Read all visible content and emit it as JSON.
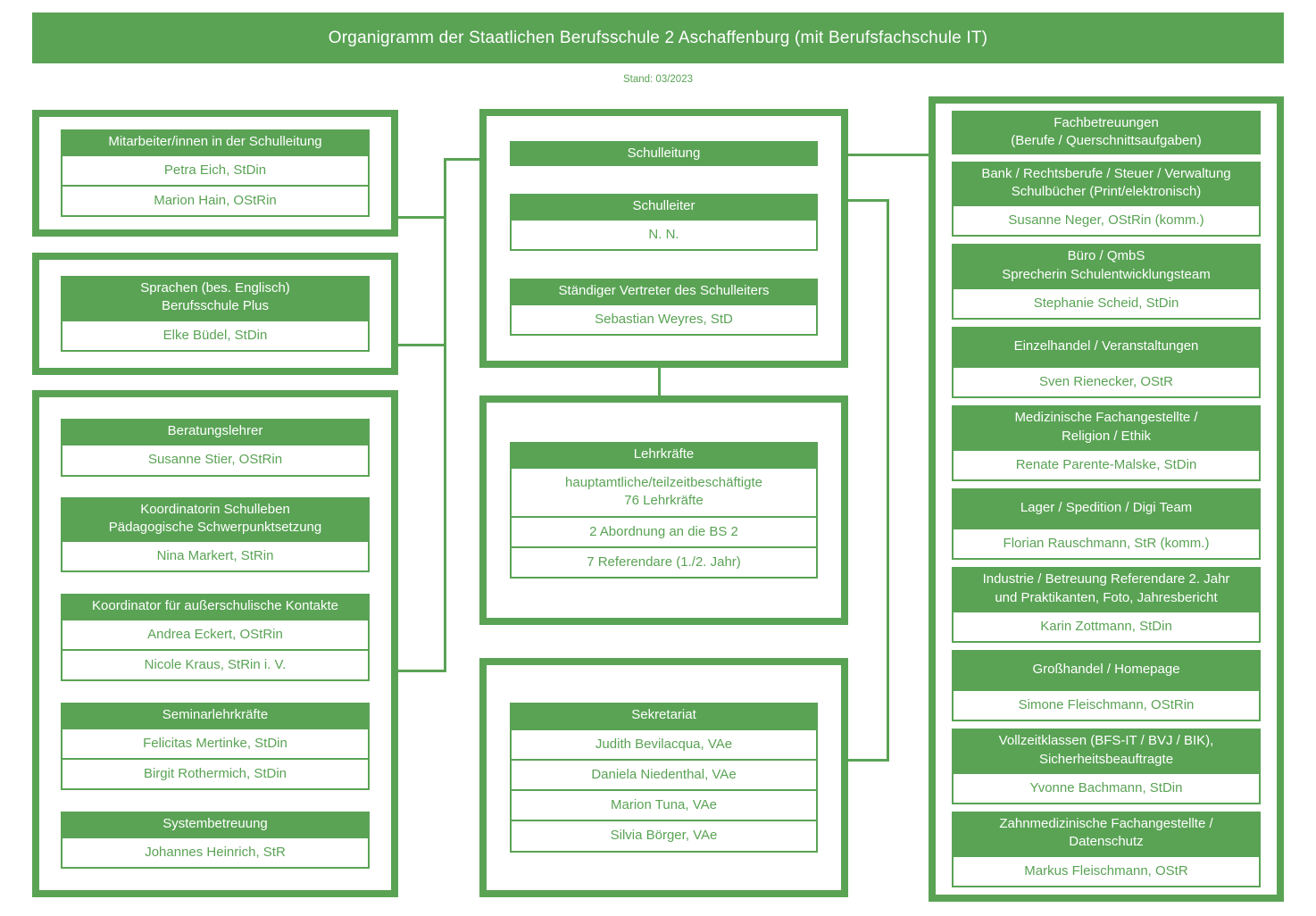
{
  "title": "Organigramm der Staatlichen Berufsschule 2 Aschaffenburg (mit Berufsfachschule IT)",
  "stand": "Stand: 03/2023",
  "colors": {
    "green": "#5aa355",
    "text_on_green": "#ffffff",
    "background": "#ffffff"
  },
  "columns": {
    "left": [
      {
        "groups": [
          {
            "header": [
              "Mitarbeiter/innen in der Schulleitung"
            ],
            "members": [
              "Petra Eich, StDin",
              "Marion Hain, OStRin"
            ]
          }
        ]
      },
      {
        "groups": [
          {
            "header": [
              "Sprachen (bes. Englisch)",
              "Berufsschule Plus"
            ],
            "members": [
              "Elke Büdel, StDin"
            ]
          }
        ]
      },
      {
        "groups": [
          {
            "header": [
              "Beratungslehrer"
            ],
            "members": [
              "Susanne Stier, OStRin"
            ]
          },
          {
            "header": [
              "Koordinatorin Schulleben",
              "Pädagogische Schwerpunktsetzung"
            ],
            "members": [
              "Nina Markert, StRin"
            ]
          },
          {
            "header": [
              "Koordinator für außerschulische Kontakte"
            ],
            "members": [
              "Andrea Eckert, OStRin",
              "Nicole Kraus, StRin i. V."
            ]
          },
          {
            "header": [
              "Seminarlehrkräfte"
            ],
            "members": [
              "Felicitas Mertinke, StDin",
              "Birgit Rothermich, StDin"
            ]
          },
          {
            "header": [
              "Systembetreuung"
            ],
            "members": [
              "Johannes Heinrich, StR"
            ]
          }
        ]
      }
    ],
    "center": [
      {
        "groups": [
          {
            "header": [
              "Schulleitung"
            ],
            "members": []
          },
          {
            "header": [
              "Schulleiter"
            ],
            "members": [
              "N. N."
            ]
          },
          {
            "header": [
              "Ständiger Vertreter des Schulleiters"
            ],
            "members": [
              "Sebastian Weyres, StD"
            ]
          }
        ]
      },
      {
        "groups": [
          {
            "header": [
              "Lehrkräfte"
            ],
            "members": [
              "hauptamtliche/teilzeitbeschäftigte\n76 Lehrkräfte",
              "2 Abordnung an die BS 2",
              "7 Referendare (1./2. Jahr)"
            ]
          }
        ]
      },
      {
        "groups": [
          {
            "header": [
              "Sekretariat"
            ],
            "members": [
              "Judith Bevilacqua, VAe",
              "Daniela Niedenthal, VAe",
              "Marion Tuna, VAe",
              "Silvia Börger, VAe"
            ]
          }
        ]
      }
    ],
    "right": [
      {
        "groups": [
          {
            "header": [
              "Fachbetreuungen",
              "(Berufe / Querschnittsaufgaben)"
            ],
            "members": []
          },
          {
            "header": [
              "Bank / Rechtsberufe / Steuer / Verwaltung",
              "Schulbücher (Print/elektronisch)"
            ],
            "members": [
              "Susanne Neger, OStRin (komm.)"
            ]
          },
          {
            "header": [
              "Büro / QmbS",
              "Sprecherin Schulentwicklungsteam"
            ],
            "members": [
              "Stephanie Scheid, StDin"
            ]
          },
          {
            "header": [
              "Einzelhandel / Veranstaltungen"
            ],
            "members": [
              "Sven Rienecker, OStR"
            ]
          },
          {
            "header": [
              "Medizinische Fachangestellte /",
              "Religion / Ethik"
            ],
            "members": [
              "Renate Parente-Malske, StDin"
            ]
          },
          {
            "header": [
              "Lager / Spedition / Digi Team"
            ],
            "members": [
              "Florian Rauschmann, StR (komm.)"
            ]
          },
          {
            "header": [
              "Industrie / Betreuung Referendare 2. Jahr",
              "und Praktikanten, Foto, Jahresbericht"
            ],
            "members": [
              "Karin Zottmann, StDin"
            ]
          },
          {
            "header": [
              "Großhandel / Homepage"
            ],
            "members": [
              "Simone Fleischmann, OStRin"
            ]
          },
          {
            "header": [
              "Vollzeitklassen (BFS-IT / BVJ / BIK),",
              "Sicherheitsbeauftragte"
            ],
            "members": [
              "Yvonne Bachmann, StDin"
            ]
          },
          {
            "header": [
              "Zahnmedizinische Fachangestellte /",
              "Datenschutz"
            ],
            "members": [
              "Markus Fleischmann, OStR"
            ]
          }
        ]
      }
    ]
  }
}
